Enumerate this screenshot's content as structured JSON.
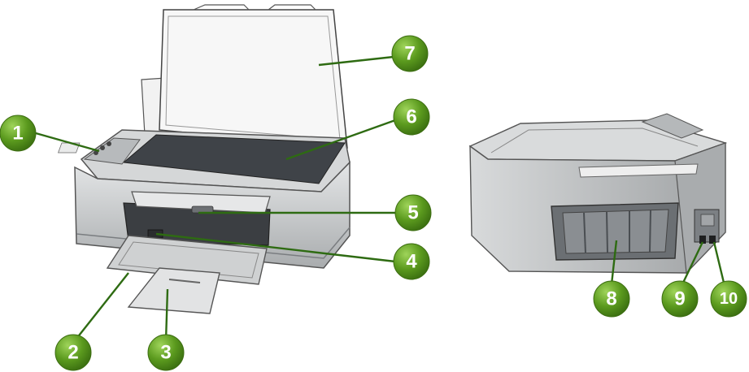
{
  "figure": {
    "front_view": {
      "callouts": [
        {
          "id": "c1",
          "label": "1"
        },
        {
          "id": "c2",
          "label": "2"
        },
        {
          "id": "c3",
          "label": "3"
        },
        {
          "id": "c4",
          "label": "4"
        },
        {
          "id": "c5",
          "label": "5"
        },
        {
          "id": "c6",
          "label": "6"
        },
        {
          "id": "c7",
          "label": "7"
        }
      ]
    },
    "back_view": {
      "callouts": [
        {
          "id": "c8",
          "label": "8"
        },
        {
          "id": "c9",
          "label": "9"
        },
        {
          "id": "c10",
          "label": "10"
        }
      ]
    },
    "colors": {
      "callout_fill": "#5b9a1e",
      "callout_stroke": "#3d6e12",
      "leader_line": "#2e6b12",
      "printer_body": "#c9cbcc",
      "printer_dark": "#5d6166",
      "glass": "#3f4348"
    }
  }
}
